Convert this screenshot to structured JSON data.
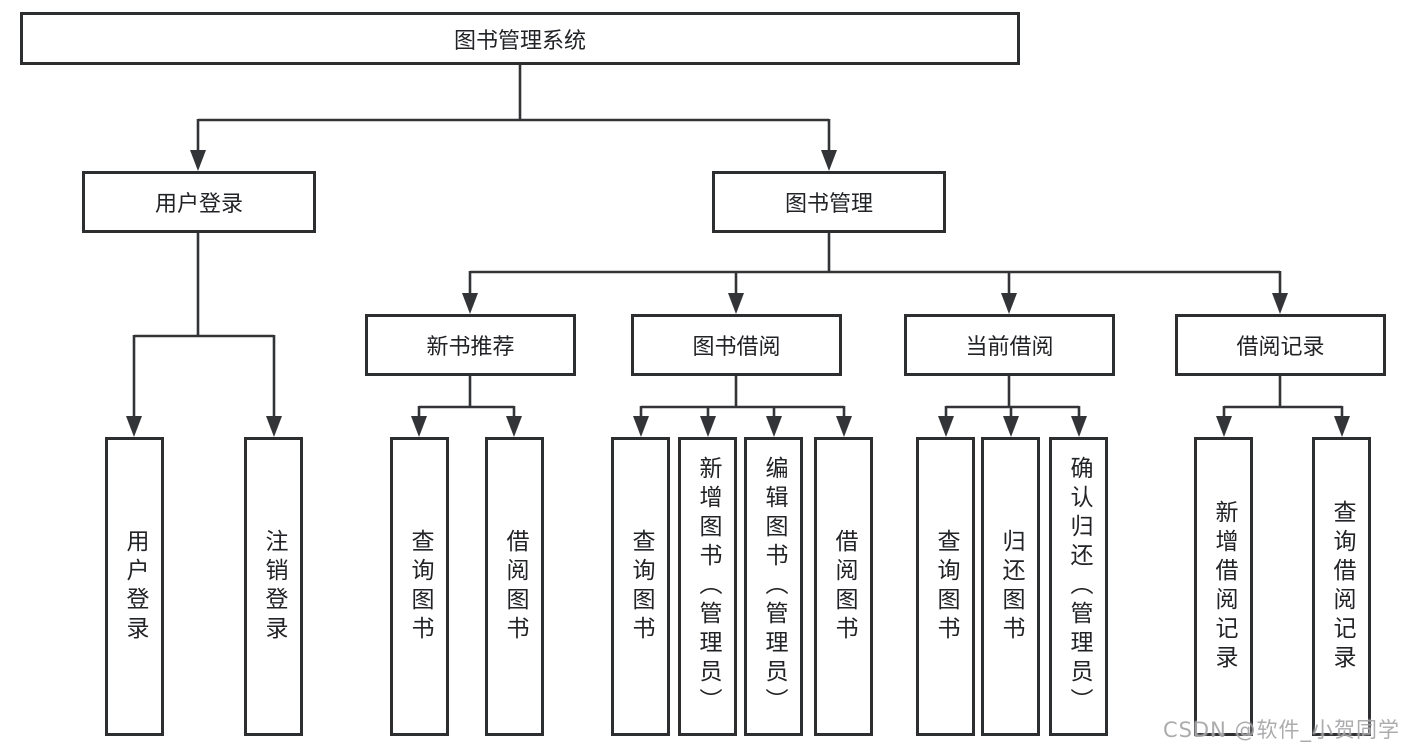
{
  "colors": {
    "line": "#333437",
    "box_border": "#2d2e30",
    "text": "#222326",
    "watermark": "#9e9ea0",
    "background": "#ffffff"
  },
  "watermark": {
    "text": "CSDN @软件_小贺同学"
  },
  "tree": {
    "root": {
      "label": "图书管理系统",
      "children": [
        {
          "label": "用户登录",
          "children": [
            {
              "label": "用户登录"
            },
            {
              "label": "注销登录"
            }
          ]
        },
        {
          "label": "图书管理",
          "children": [
            {
              "label": "新书推荐",
              "children": [
                {
                  "label": "查询图书"
                },
                {
                  "label": "借阅图书"
                }
              ]
            },
            {
              "label": "图书借阅",
              "children": [
                {
                  "label": "查询图书"
                },
                {
                  "label": "新增图书（管理员）"
                },
                {
                  "label": "编辑图书（管理员）"
                },
                {
                  "label": "借阅图书"
                }
              ]
            },
            {
              "label": "当前借阅",
              "children": [
                {
                  "label": "查询图书"
                },
                {
                  "label": "归还图书"
                },
                {
                  "label": "确认归还（管理员）"
                }
              ]
            },
            {
              "label": "借阅记录",
              "children": [
                {
                  "label": "新增借阅记录"
                },
                {
                  "label": "查询借阅记录"
                }
              ]
            }
          ]
        }
      ]
    }
  }
}
